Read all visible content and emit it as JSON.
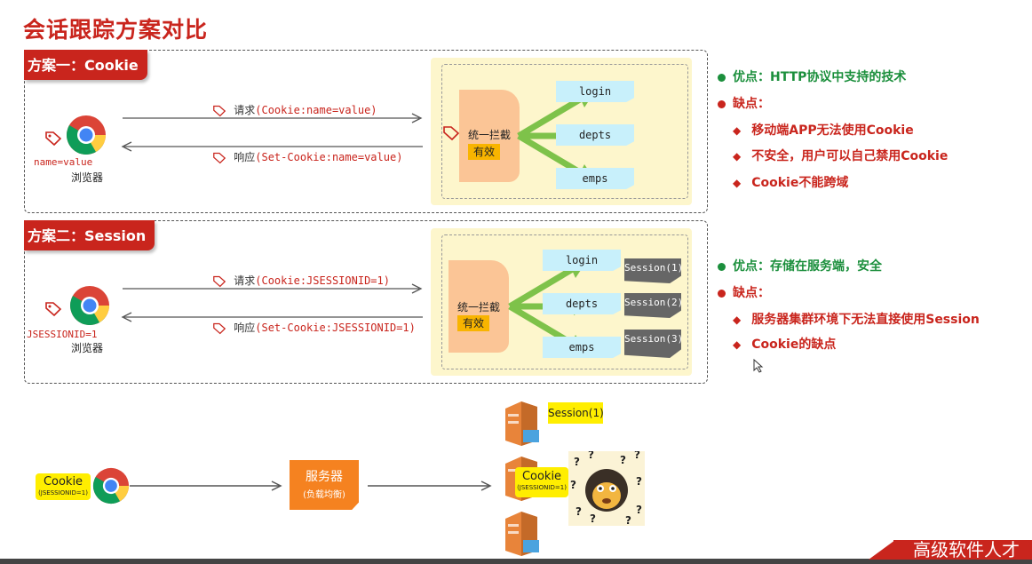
{
  "page_title": "会话跟踪方案对比",
  "scheme1": {
    "tag": "方案一：Cookie",
    "browser_value": "name=value",
    "browser_label": "浏览器",
    "request_prefix": "请求",
    "request_code": "(Cookie:name=value)",
    "response_prefix": "响应",
    "response_code": "(Set-Cookie:name=value)",
    "intercept": "统一拦截",
    "valid": "有效",
    "routes": [
      "login",
      "depts",
      "emps"
    ],
    "pros": "优点：HTTP协议中支持的技术",
    "cons_title": "缺点：",
    "cons": [
      "移动端APP无法使用Cookie",
      "不安全，用户可以自己禁用Cookie",
      "Cookie不能跨域"
    ]
  },
  "scheme2": {
    "tag": "方案二：Session",
    "browser_value": "JSESSIONID=1",
    "browser_label": "浏览器",
    "request_prefix": "请求",
    "request_code": "(Cookie:JSESSIONID=1)",
    "response_prefix": "响应",
    "response_code": "(Set-Cookie:JSESSIONID=1)",
    "intercept": "统一拦截",
    "valid": "有效",
    "routes": [
      "login",
      "depts",
      "emps"
    ],
    "sessions": [
      "Session(1)",
      "Session(2)",
      "Session(3)"
    ],
    "pros": "优点：存储在服务端，安全",
    "cons_title": "缺点：",
    "cons": [
      "服务器集群环境下无法直接使用Session",
      "Cookie的缺点"
    ]
  },
  "cluster": {
    "cookie_label": "Cookie",
    "cookie_sub": "(JSESSIONID=1)",
    "server_label": "服务器",
    "server_sub": "(负载均衡)",
    "server_session": "Session(1)",
    "middle_cookie": "Cookie",
    "middle_cookie_sub": "(JSESSIONID=1)"
  },
  "banner": "高级软件人才",
  "colors": {
    "accent_red": "#c9251d",
    "green": "#1b8f3c",
    "orange": "#f58220",
    "yellow": "#ffee00"
  }
}
